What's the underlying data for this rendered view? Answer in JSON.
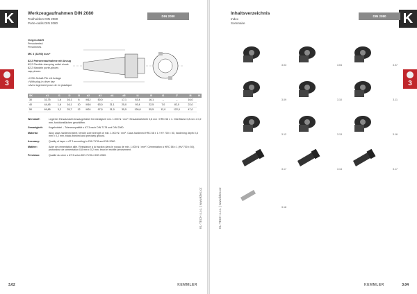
{
  "tabs": {
    "k": "K",
    "three": "3"
  },
  "left": {
    "title": "Werkzeugaufnahmen DIN 2080",
    "sub1": "Toolholders DIN 2080",
    "sub2": "Porte-outils DIN 2080",
    "badge": "DIN 2080",
    "specs": [
      {
        "t": "Vorgeschärft",
        "b": true
      },
      {
        "t": "Prevoriented",
        "b": false
      },
      {
        "t": "Préorientés",
        "b": false
      },
      {
        "t": "",
        "b": false
      },
      {
        "t": "MK 3 (32/50) kurz*",
        "b": true
      },
      {
        "t": "",
        "b": false
      },
      {
        "t": "82,2 Patronenaufnahme mit Anzug",
        "b": true
      },
      {
        "t": "82,2 Flexible clamping collet chuck",
        "b": false
      },
      {
        "t": "82,2 Mandrin porte-pinces",
        "b": false
      },
      {
        "t": "     cap-pinces",
        "b": false
      },
      {
        "t": "",
        "b": false
      },
      {
        "t": "• HSK-Schaft-Pfe mit Anlage",
        "b": false
      },
      {
        "t": "• With plug-in drive key",
        "b": false
      },
      {
        "t": "• Avec logement pour cle en plastique",
        "b": false
      }
    ],
    "table": {
      "headers": [
        "SK",
        "d1",
        "l1",
        "l2",
        "l3",
        "d2",
        "d3",
        "d4",
        "d5",
        "l4",
        "l5",
        "l6",
        "l7",
        "l8",
        "l9"
      ],
      "rows": [
        [
          "30",
          "31,75",
          "1,6",
          "16,1",
          "8",
          "M12",
          "50,0",
          "–",
          "17,1",
          "63,4",
          "16,1",
          "–",
          "–",
          "16,0"
        ],
        [
          "40",
          "44,45",
          "1,6",
          "16,1",
          "10",
          "M16",
          "63,0",
          "21,1",
          "25,0",
          "93,4",
          "22,5",
          "7,0",
          "82,0",
          "22,0"
        ],
        [
          "50",
          "69,85",
          "3,2",
          "25,7",
          "12",
          "M24",
          "97,5",
          "31,0",
          "35,5",
          "126,8",
          "35,5",
          "12,0",
          "122,0",
          "47,0"
        ]
      ]
    },
    "desc": [
      {
        "k": "Werkstoff:",
        "v": "Legierter Einsatzstahl einsatzgehärtet Kernfestigkeit min. 1.000 N / mm². Einsatzhärtetiefe 0,8 mm / HRC 58 ± 1. Oberfläche 0,8 mm ± 0,2 mm, funktionsflächen geschliffen."
      },
      {
        "k": "Genauigkeit:",
        "v": "Kegelwinkel – Toleranzqualität ≤ AT 3 nach DIN 7178 und DIN 2080."
      },
      {
        "k": "Material:",
        "v": "Alloy case-hardened steel, tensile core strength of min. 1.000 N / mm². Case-hardened HRC 58 ± 1 / HV 700 ± 50, hardening depth 0,8 mm ± 0,2 mm, black-finished and precisely ground."
      },
      {
        "k": "Accuracy:",
        "v": "Quality of taper ≤ AT 3 according to DIN 7178 and DIN 2080."
      },
      {
        "k": "Matière:",
        "v": "Acier de cémentation allié. Résistance à la traction dans le noyau de min. 1.000 N / mm². Cémentation à HRC 58 ± 1 (HV 700 ± 50), profondeur de cémentation 0,8 mm ± 0,2 mm, bruni et rectifié précisément."
      },
      {
        "k": "Précision:",
        "v": "Qualité du cône ≤ AT 3 selon DIN 7178 et DIN 2080."
      }
    ],
    "side": "KL-TECH s.r.o. | www.kltec.cz",
    "page": "3.02",
    "logo": "KEMMLER"
  },
  "right": {
    "title": "Inhaltsverzeichnis",
    "sub1": "Index",
    "sub2": "Sommaire",
    "badge": "DIN 2080",
    "items": [
      "3.03",
      "3.04",
      "3.07",
      "3.09",
      "3.10",
      "3.11",
      "3.12",
      "3.13",
      "3.16",
      "3.17",
      "3.14",
      "3.17",
      "3.18"
    ],
    "side": "KL-TECH s.r.o. | www.kltec.cz",
    "page": "3.04",
    "logo": "KEMMLER"
  }
}
